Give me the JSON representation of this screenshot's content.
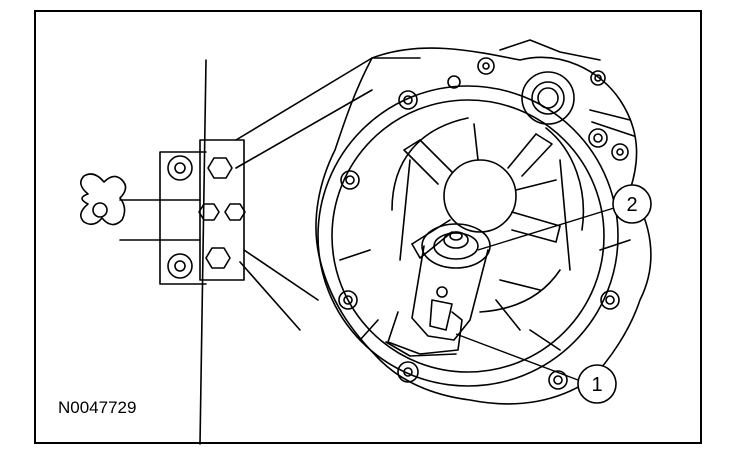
{
  "figure": {
    "id_label": "N0047729",
    "callouts": [
      {
        "number": "1"
      },
      {
        "number": "2"
      }
    ]
  },
  "colors": {
    "line": "#000000",
    "background": "#ffffff"
  }
}
